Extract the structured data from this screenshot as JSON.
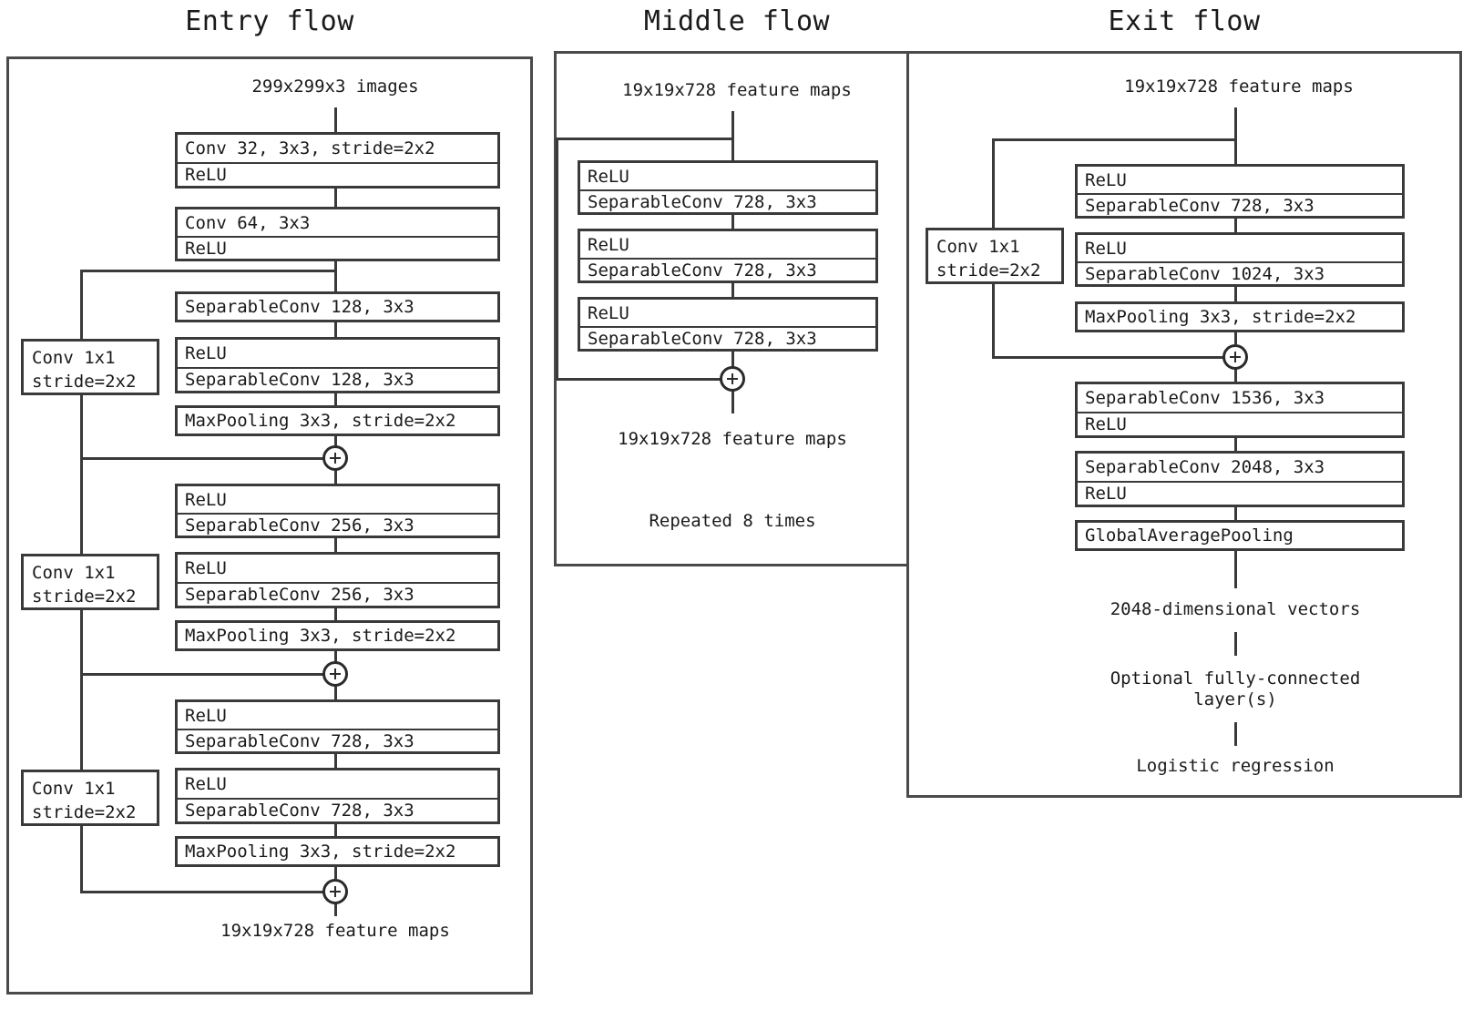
{
  "diagram": {
    "title_entry": "Entry flow",
    "title_middle": "Middle flow",
    "title_exit": "Exit flow"
  },
  "entry_flow": {
    "input_label": "299x299x3 images",
    "output_label": "19x19x728 feature maps",
    "residual_label_1": "Conv 1x1",
    "residual_label_1b": "stride=2x2",
    "residual_label_2": "Conv 1x1",
    "residual_label_2b": "stride=2x2",
    "residual_label_3": "Conv 1x1",
    "residual_label_3b": "stride=2x2",
    "blocks": [
      {
        "rows": [
          "Conv 32, 3x3, stride=2x2",
          "ReLU"
        ]
      },
      {
        "rows": [
          "Conv 64, 3x3",
          "ReLU"
        ]
      },
      {
        "rows": [
          "SeparableConv 128, 3x3"
        ]
      },
      {
        "rows": [
          "ReLU",
          "SeparableConv 128, 3x3"
        ]
      },
      {
        "rows": [
          "MaxPooling 3x3, stride=2x2"
        ]
      },
      {
        "rows": [
          "ReLU",
          "SeparableConv 256, 3x3"
        ]
      },
      {
        "rows": [
          "ReLU",
          "SeparableConv 256, 3x3"
        ]
      },
      {
        "rows": [
          "MaxPooling 3x3, stride=2x2"
        ]
      },
      {
        "rows": [
          "ReLU",
          "SeparableConv 728, 3x3"
        ]
      },
      {
        "rows": [
          "ReLU",
          "SeparableConv 728, 3x3"
        ]
      },
      {
        "rows": [
          "MaxPooling 3x3, stride=2x2"
        ]
      }
    ]
  },
  "middle_flow": {
    "input_label": "19x19x728 feature maps",
    "output_label": "19x19x728 feature maps",
    "repeat_label": "Repeated 8 times",
    "blocks": [
      {
        "rows": [
          "ReLU",
          "SeparableConv 728, 3x3"
        ]
      },
      {
        "rows": [
          "ReLU",
          "SeparableConv 728, 3x3"
        ]
      },
      {
        "rows": [
          "ReLU",
          "SeparableConv 728, 3x3"
        ]
      }
    ]
  },
  "exit_flow": {
    "input_label": "19x19x728 feature maps",
    "residual_label": "Conv 1x1",
    "residual_label_b": "stride=2x2",
    "vector_label": "2048-dimensional vectors",
    "fc_label": "Optional fully-connected layer(s)",
    "logistic_label": "Logistic regression",
    "blocks": [
      {
        "rows": [
          "ReLU",
          "SeparableConv 728, 3x3"
        ]
      },
      {
        "rows": [
          "ReLU",
          "SeparableConv 1024, 3x3"
        ]
      },
      {
        "rows": [
          "MaxPooling 3x3, stride=2x2"
        ]
      },
      {
        "rows": [
          "SeparableConv 1536, 3x3",
          "ReLU"
        ]
      },
      {
        "rows": [
          "SeparableConv 2048, 3x3",
          "ReLU"
        ]
      },
      {
        "rows": [
          "GlobalAveragePooling"
        ]
      }
    ]
  },
  "icons": {
    "add_node": "plus-circle-icon"
  },
  "colors": {
    "line": "#3a3a3a",
    "container_border": "#4a4a4a",
    "text": "#1a1a1a",
    "background": "#ffffff"
  }
}
